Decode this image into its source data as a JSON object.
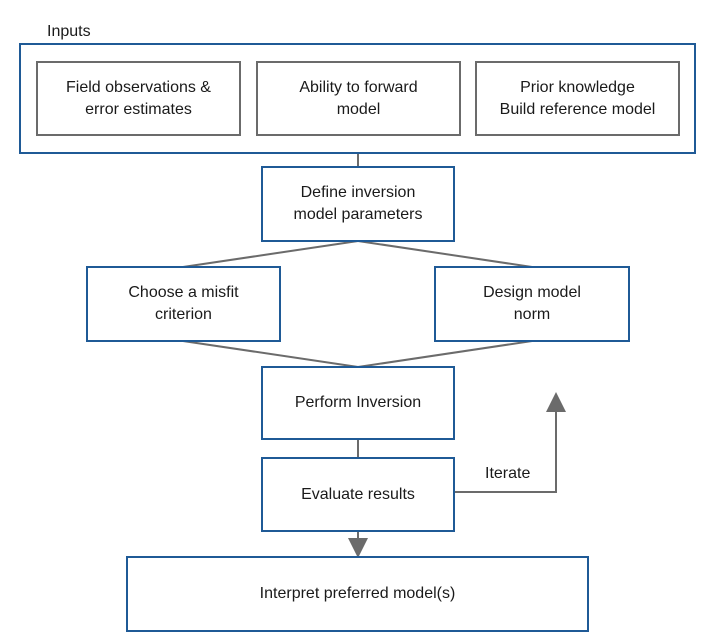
{
  "group": {
    "title": "Inputs",
    "boxes": [
      {
        "label": "Field  observations &\nerror estimates"
      },
      {
        "label": "Ability to forward\nmodel"
      },
      {
        "label": "Prior knowledge\nBuild reference model"
      }
    ]
  },
  "steps": {
    "define": "Define inversion\nmodel parameters",
    "misfit": "Choose a misfit\ncriterion",
    "norm": "Design model\nnorm",
    "perform": "Perform Inversion",
    "evaluate": "Evaluate results",
    "interpret": "Interpret preferred model(s)"
  },
  "loop": {
    "label": "Iterate"
  },
  "colors": {
    "box_border_blue": "#1f5a96",
    "box_border_gray": "#6b6b6b",
    "connector": "#6b6b6b"
  }
}
